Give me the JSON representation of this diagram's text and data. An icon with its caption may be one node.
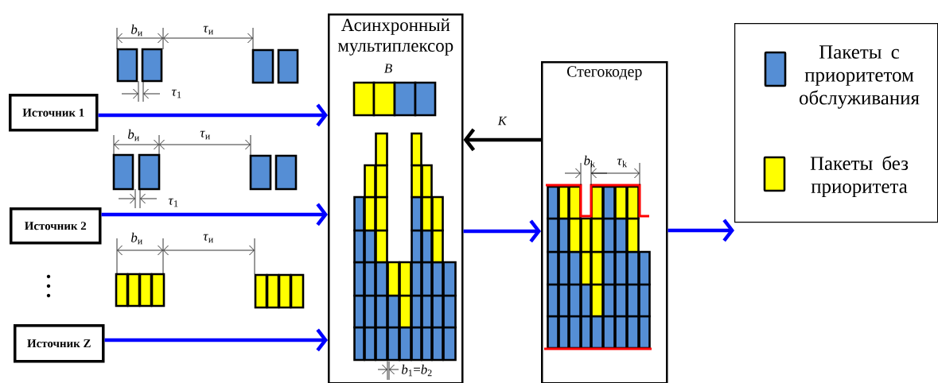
{
  "diagram": {
    "nodes": [
      {
        "text": [
          "Источник 1"
        ]
      },
      {
        "text": [
          "Источник 2"
        ]
      },
      {
        "text": [
          "Источник Z"
        ]
      },
      {
        "text": [
          "Асинхронный мультиплексор"
        ]
      },
      {
        "text": [
          "Стегокодер"
        ]
      },
      {
        "text": [],
        "shape": "box"
      }
    ],
    "edges": [
      {
        "from": 0,
        "to": 3,
        "arrow": "to"
      },
      {
        "from": 1,
        "to": 3,
        "arrow": "to"
      },
      {
        "from": 2,
        "to": 3,
        "arrow": "to"
      },
      {
        "from": 4,
        "to": 3,
        "arrow": "to",
        "label": "K",
        "color": "#000000"
      },
      {
        "from": 3,
        "to": 4,
        "arrow": "to"
      },
      {
        "from": 4,
        "to": 5,
        "arrow": "to"
      }
    ],
    "labels": [
      "*b*$_{и}$",
      "*τ*$_{и}$",
      "*τ*$_{1}$",
      "*b*$_{и}$",
      "*τ*$_{и}$",
      "*τ*$_{1}$",
      "*b*$_{и}$",
      "*τ*$_{и}$",
      "*B*",
      "*b*$_{k}$",
      "*τ*$_{k}$",
      "*b*$_{1}$=*b*$_{2}$"
    ],
    "legend": [
      {
        "text": "Пакеты с приоритетом обслуживания",
        "color": "#558ed5"
      },
      {
        "text": "Пакеты без приоритета",
        "color": "#ffff00"
      }
    ]
  }
}
